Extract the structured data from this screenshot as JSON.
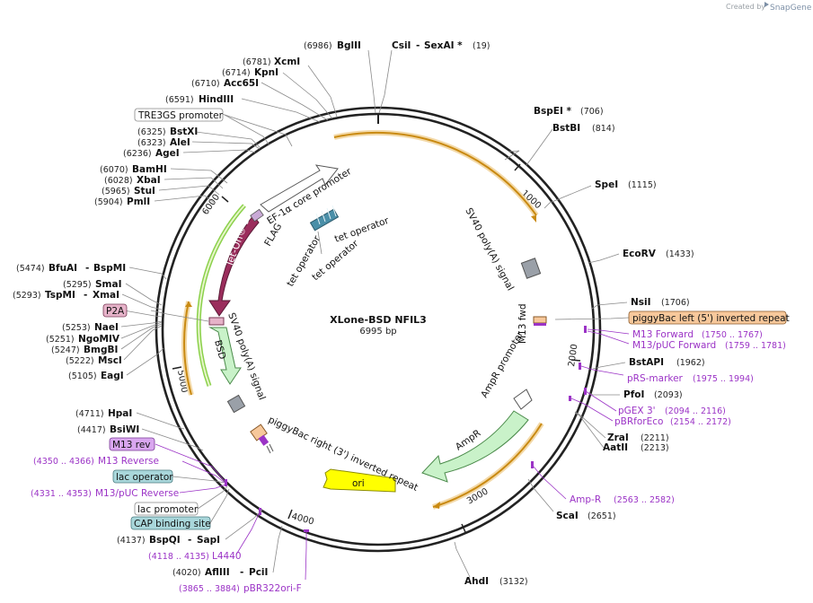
{
  "header": {
    "credit_prefix": "Created by",
    "credit_brand": "SnapGene"
  },
  "plasmid": {
    "name": "XLone-BSD NFIL3",
    "length_label": "6995 bp"
  },
  "ticks": [
    "1000",
    "2000",
    "3000",
    "4000",
    "5000",
    "6000"
  ],
  "enzymes": [
    {
      "name": "BglII",
      "pos": "(6986)"
    },
    {
      "name": "CsiI",
      "pos": "(19)",
      "alt": "SexAI *"
    },
    {
      "name": "XcmI",
      "pos": "(6781)"
    },
    {
      "name": "KpnI",
      "pos": "(6714)"
    },
    {
      "name": "Acc65I",
      "pos": "(6710)"
    },
    {
      "name": "HindIII",
      "pos": "(6591)"
    },
    {
      "name": "BstXI",
      "pos": "(6325)"
    },
    {
      "name": "AleI",
      "pos": "(6323)"
    },
    {
      "name": "AgeI",
      "pos": "(6236)"
    },
    {
      "name": "BamHI",
      "pos": "(6070)"
    },
    {
      "name": "XbaI",
      "pos": "(6028)"
    },
    {
      "name": "StuI",
      "pos": "(5965)"
    },
    {
      "name": "PmlI",
      "pos": "(5904)"
    },
    {
      "name": "BfuAI",
      "pos": "(5474)",
      "alt": "BspMI"
    },
    {
      "name": "SmaI",
      "pos": "(5295)"
    },
    {
      "name": "TspMI",
      "pos": "(5293)",
      "alt": "XmaI"
    },
    {
      "name": "NaeI",
      "pos": "(5253)"
    },
    {
      "name": "NgoMIV",
      "pos": "(5251)"
    },
    {
      "name": "BmgBI",
      "pos": "(5247)"
    },
    {
      "name": "MscI",
      "pos": "(5222)"
    },
    {
      "name": "EagI",
      "pos": "(5105)"
    },
    {
      "name": "HpaI",
      "pos": "(4711)"
    },
    {
      "name": "BsiWI",
      "pos": "(4417)"
    },
    {
      "name": "BspQI",
      "pos": "(4137)",
      "alt": "SapI"
    },
    {
      "name": "AflIII",
      "pos": "(4020)",
      "alt": "PciI"
    },
    {
      "name": "BspEI *",
      "pos": "(706)"
    },
    {
      "name": "BstBI",
      "pos": "(814)"
    },
    {
      "name": "SpeI",
      "pos": "(1115)"
    },
    {
      "name": "EcoRV",
      "pos": "(1433)"
    },
    {
      "name": "NsiI",
      "pos": "(1706)"
    },
    {
      "name": "BstAPI",
      "pos": "(1962)"
    },
    {
      "name": "PfoI",
      "pos": "(2093)"
    },
    {
      "name": "ZraI",
      "pos": "(2211)"
    },
    {
      "name": "AatII",
      "pos": "(2213)"
    },
    {
      "name": "ScaI",
      "pos": "(2651)"
    },
    {
      "name": "AhdI",
      "pos": "(3132)"
    }
  ],
  "primers": [
    {
      "name": "M13 Forward",
      "pos": "(1750 .. 1767)"
    },
    {
      "name": "M13/pUC Forward",
      "pos": "(1759 .. 1781)"
    },
    {
      "name": "pRS-marker",
      "pos": "(1975 .. 1994)"
    },
    {
      "name": "pGEX 3'",
      "pos": "(2094 .. 2116)"
    },
    {
      "name": "pBRforEco",
      "pos": "(2154 .. 2172)"
    },
    {
      "name": "Amp-R",
      "pos": "(2563 .. 2582)"
    },
    {
      "name": "M13 Reverse",
      "pos": "(4350 .. 4366)"
    },
    {
      "name": "M13/pUC Reverse",
      "pos": "(4331 .. 4353)"
    },
    {
      "name": "L4440",
      "pos": "(4118 .. 4135)"
    },
    {
      "name": "pBR322ori-F",
      "pos": "(3865 .. 3884)"
    }
  ],
  "feature_tags": [
    {
      "label": "TRE3GS promoter",
      "color": "#ffffff"
    },
    {
      "label": "P2A",
      "color": "#e6b3c9"
    },
    {
      "label": "piggyBac left (5') inverted repeat",
      "color": "#f7c89b"
    },
    {
      "label": "M13 rev",
      "color": "#d9a6ef"
    },
    {
      "label": "lac operator",
      "color": "#a9d7db"
    },
    {
      "label": "lac promoter",
      "color": "#ffffff"
    },
    {
      "label": "CAP binding site",
      "color": "#a9d7db"
    }
  ],
  "feature_labels": {
    "ef1a": "EF-1α core promoter",
    "flag": "FLAG",
    "tet1": "tet operator",
    "tet2": "tet operator",
    "tet3": "tet operator",
    "teton": "Tet-On® 3G",
    "bsd": "BSD",
    "sv40_left": "SV40 poly(A) signal",
    "sv40_right": "SV40 poly(A) signal",
    "m13fwd": "M13 fwd",
    "amppromoter": "AmpR promoter",
    "ampr": "AmpR",
    "ori": "ori",
    "pbac_right": "piggyBac right (3') inverted repeat"
  },
  "colors": {
    "backbone": "#222222",
    "teton": "#9b2d5c",
    "bsd": "#c9f2c9",
    "ampr": "#c9f2c9",
    "ori": "#ffff00",
    "orf_arrow": "#e3a21a",
    "primer": "#9b33c6",
    "sv40": "#9aa0a8",
    "tet_operator": "#4a8fa8"
  }
}
